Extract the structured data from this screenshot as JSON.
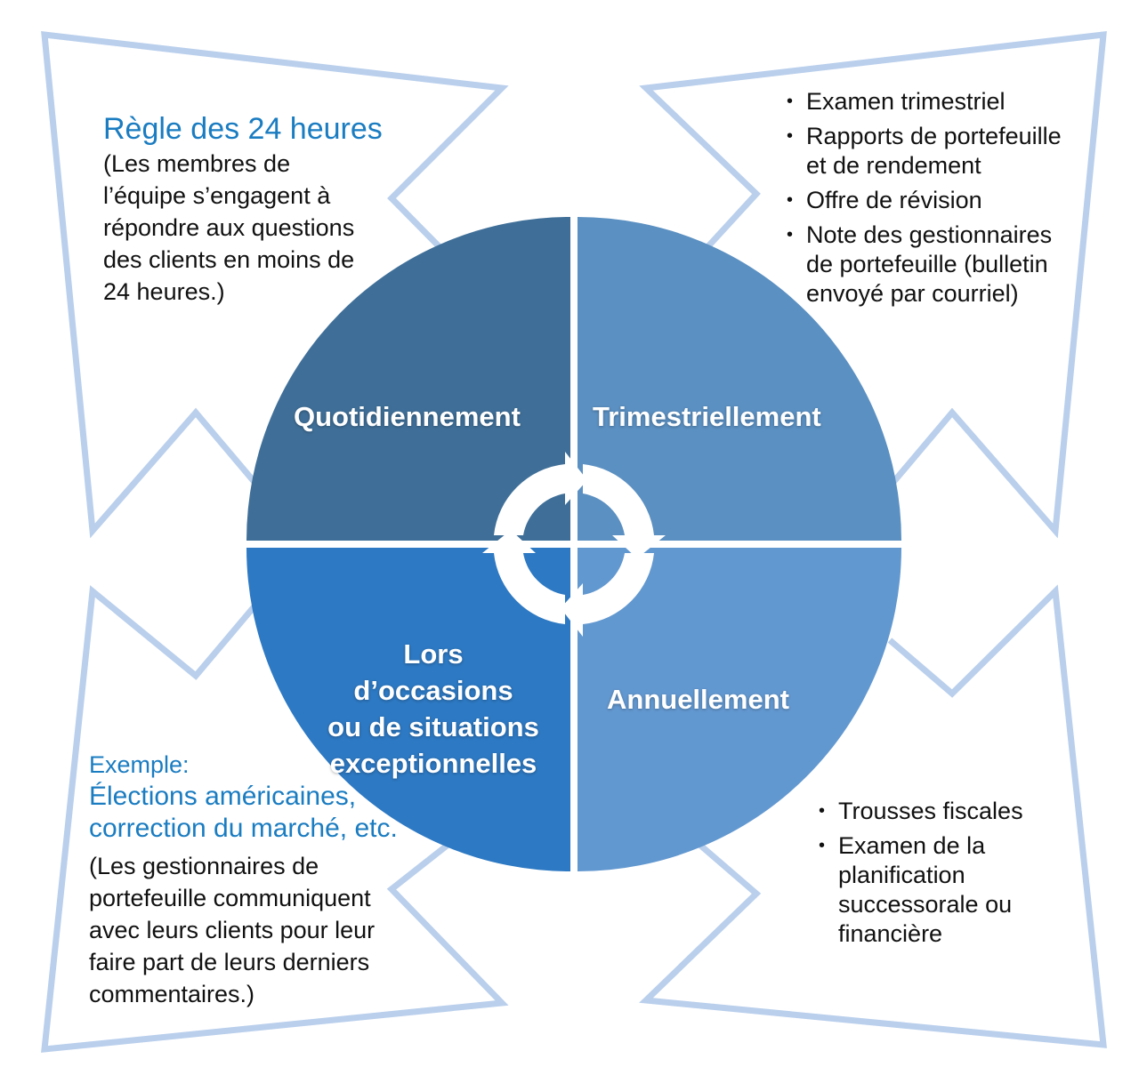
{
  "colors": {
    "outline": "#b9cfec",
    "q_tl": "#3f6f98",
    "q_tr": "#5b90c2",
    "q_bl": "#2d79c3",
    "q_br": "#6298d0",
    "accent": "#1a7cc1"
  },
  "quadrants": {
    "daily": "Quotidiennement",
    "quarterly": "Trimestriellement",
    "exceptional_lines": [
      "Lors d’occasions",
      "ou de situations",
      "exceptionnelles"
    ],
    "annual": "Annuellement"
  },
  "daily_box": {
    "title": "Règle des 24 heures",
    "lines": [
      "(Les membres de",
      "l’équipe s’engagent à",
      "répondre aux questions",
      "des clients en moins de",
      "24 heures.)"
    ]
  },
  "quarterly_box": {
    "items": [
      [
        "Examen trimestriel"
      ],
      [
        "Rapports de portefeuille",
        "et de rendement"
      ],
      [
        "Offre de révision"
      ],
      [
        "Note des gestionnaires",
        "de portefeuille (bulletin",
        "envoyé par courriel)"
      ]
    ]
  },
  "exceptional_box": {
    "label": "Exemple:",
    "title_lines": [
      "Élections américaines,",
      "correction du marché, etc."
    ],
    "lines": [
      "(Les gestionnaires de",
      "portefeuille communiquent",
      "avec leurs clients pour leur",
      "faire part de leurs derniers",
      "commentaires.)"
    ]
  },
  "annual_box": {
    "items": [
      [
        "Trousses fiscales"
      ],
      [
        "Examen de la",
        "planification",
        "successorale ou",
        "financière"
      ]
    ]
  }
}
